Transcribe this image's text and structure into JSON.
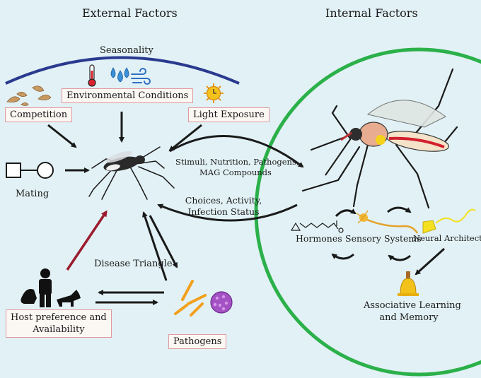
{
  "headers": {
    "external": "External Factors",
    "internal": "Internal Factors"
  },
  "labels": {
    "seasonality": "Seasonality",
    "environmental_conditions": "Environmental Conditions",
    "competition": "Competition",
    "light_exposure": "Light Exposure",
    "mating": "Mating",
    "stimuli_line1": "Stimuli, Nutrition, Pathogens,",
    "stimuli_line2": "MAG Compounds",
    "choices_line1": "Choices, Activity,",
    "choices_line2": "Infection Status",
    "disease_triangle": "Disease Triangle",
    "host_line1": "Host preference and",
    "host_line2": "Availability",
    "pathogens": "Pathogens",
    "hormones": "Hormones",
    "sensory_systems": "Sensory Systems",
    "neural_architecture": "Neural Architecture",
    "learning_line1": "Associative Learning",
    "learning_line2": "and Memory"
  },
  "colors": {
    "background": "#e2f1f5",
    "internal_circle": "#2bb04a",
    "seasonality_arc": "#2a3a8f",
    "label_border": "#e09a9f",
    "host_arrow": "#9b1b2e",
    "arrow": "#1a1a1a"
  },
  "icons": [
    "thermometer-icon",
    "water-drops-icon",
    "wind-icon",
    "sun-clock-icon",
    "larvae-icon",
    "male-female-symbol-icon",
    "mosquito-icon",
    "human-icon",
    "fox-icon",
    "pathogen-rods-icon",
    "virus-icon",
    "hormone-molecule-icon",
    "sensory-neuron-icon",
    "neural-architecture-icon",
    "bell-icon"
  ]
}
